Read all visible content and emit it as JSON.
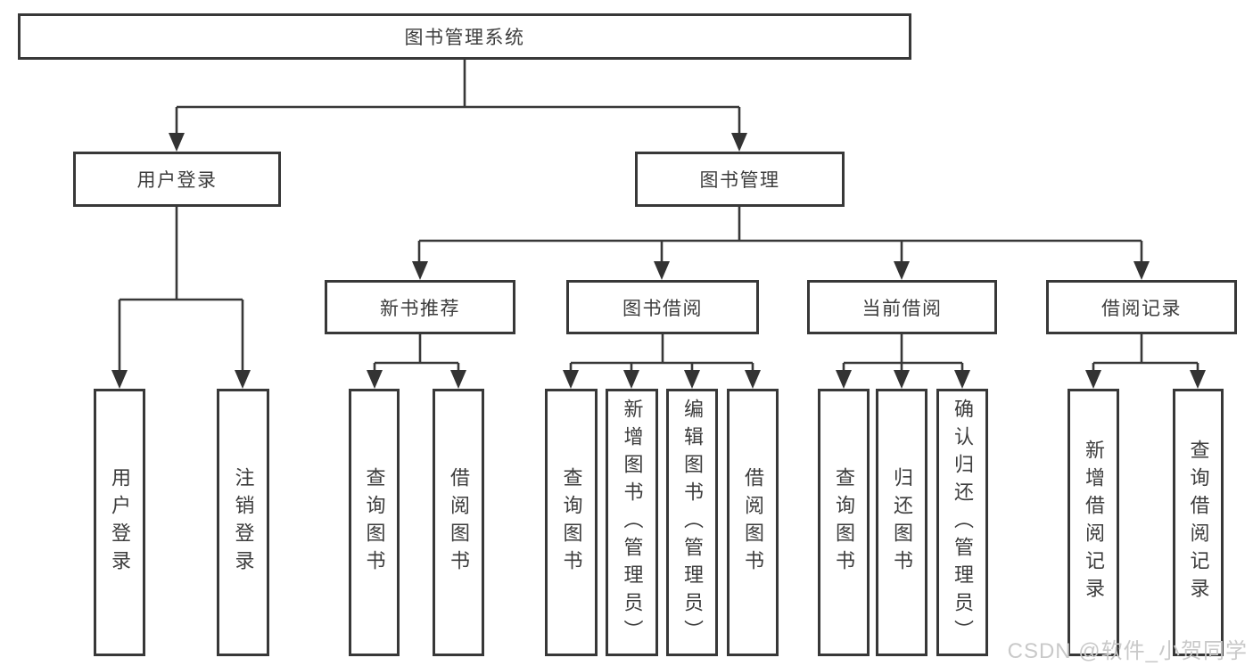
{
  "tree": {
    "label": "图书管理系统",
    "children": [
      {
        "label": "用户登录",
        "children": [
          {
            "label": "用户登录"
          },
          {
            "label": "注销登录"
          }
        ]
      },
      {
        "label": "图书管理",
        "children": [
          {
            "label": "新书推荐",
            "children": [
              {
                "label": "查询图书"
              },
              {
                "label": "借阅图书"
              }
            ]
          },
          {
            "label": "图书借阅",
            "children": [
              {
                "label": "查询图书"
              },
              {
                "label": "新增图书（管理员）"
              },
              {
                "label": "编辑图书（管理员）"
              },
              {
                "label": "借阅图书"
              }
            ]
          },
          {
            "label": "当前借阅",
            "children": [
              {
                "label": "查询图书"
              },
              {
                "label": "归还图书"
              },
              {
                "label": "确认归还（管理员）"
              }
            ]
          },
          {
            "label": "借阅记录",
            "children": [
              {
                "label": "新增借阅记录"
              },
              {
                "label": "查询借阅记录"
              }
            ]
          }
        ]
      }
    ]
  },
  "watermark": {
    "text": "CSDN @软件_小贺同学"
  },
  "colors": {
    "line": "#383838",
    "text": "#3d3d3d",
    "watermark": "#c9c9c9",
    "background": "#ffffff"
  }
}
